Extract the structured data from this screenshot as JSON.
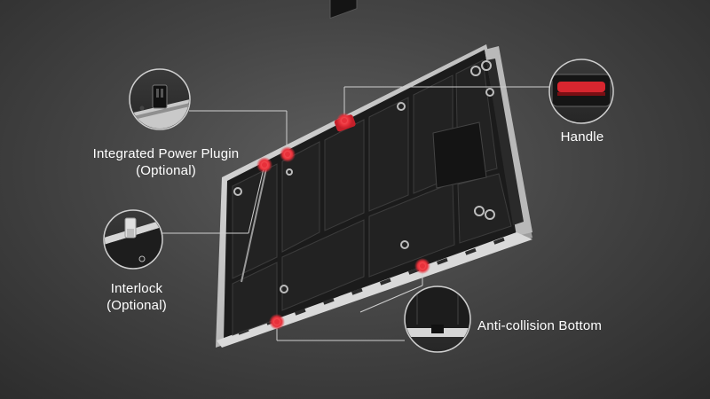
{
  "callouts": {
    "power_plugin": {
      "title": "Integrated Power Plugin",
      "subtitle": "(Optional)"
    },
    "interlock": {
      "title": "Interlock",
      "subtitle": "(Optional)"
    },
    "handle": {
      "title": "Handle"
    },
    "anti_collision": {
      "title": "Anti-collision Bottom"
    }
  },
  "colors": {
    "marker": "#e8303a",
    "leader_line": "#c8c8c8",
    "panel_body": "#1c1c1c",
    "panel_frame": "#cfcfcf"
  }
}
